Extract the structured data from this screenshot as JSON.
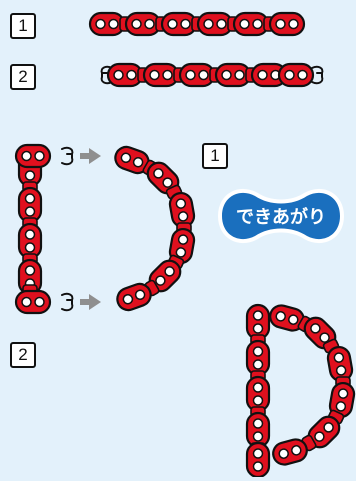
{
  "step_labels": {
    "row1": "1",
    "row2": "2",
    "step1": "1",
    "step2": "2"
  },
  "badge": {
    "label": "できあがり"
  },
  "colors": {
    "background": "#e3f1fb",
    "chain_red": "#e0101e",
    "outline": "#111111",
    "badge_blue": "#1a6fbe",
    "arrow_gray": "#8f8f8f"
  },
  "icons": [
    "chain-link-icon",
    "open-clip-icon",
    "arrow-right-icon"
  ]
}
